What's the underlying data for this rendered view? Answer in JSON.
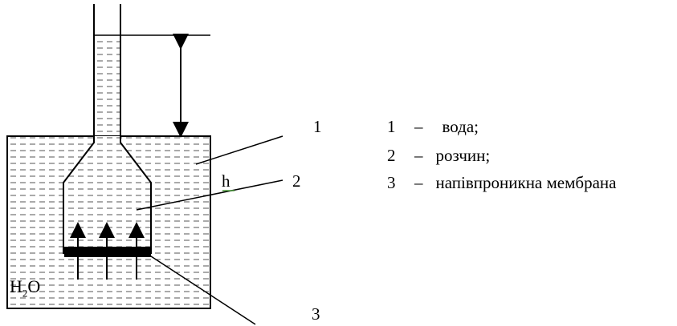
{
  "callouts": {
    "one": "1",
    "two": "2",
    "three": "3"
  },
  "height_label": "h",
  "vessel_label": {
    "main": "H",
    "sub": "2",
    "tail": "O"
  },
  "legend": [
    {
      "num": "1",
      "dash": "–",
      "text": "вода;"
    },
    {
      "num": "2",
      "dash": "–",
      "text": "розчин;"
    },
    {
      "num": "3",
      "dash": "–",
      "text": "напівпроникна мембрана"
    }
  ],
  "colors": {
    "line": "#000000",
    "hatch": "#555555",
    "background": "#ffffff",
    "underline": "#4a9a3a"
  }
}
